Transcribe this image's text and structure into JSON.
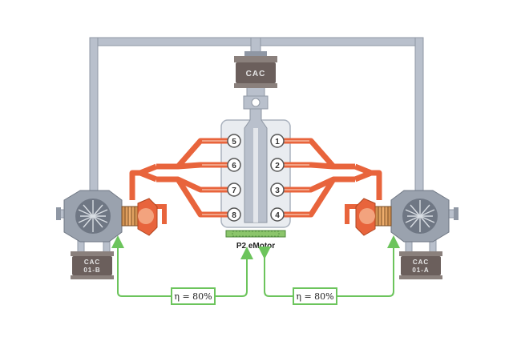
{
  "diagram": {
    "cac_top": "CAC",
    "cac_left_line1": "CAC",
    "cac_left_line2": "01-B",
    "cac_right_line1": "CAC",
    "cac_right_line2": "01-A",
    "emotor_label": "P2 eMotor",
    "cylinders_left": [
      "5",
      "6",
      "7",
      "8"
    ],
    "cylinders_right": [
      "1",
      "2",
      "3",
      "4"
    ],
    "efficiency_left": "η = 80%",
    "efficiency_right": "η = 80%"
  },
  "colors": {
    "intake_pipe": "#b9c0cc",
    "exhaust_pipe": "#e8643c",
    "efficiency_arrow": "#6cc45c",
    "cac_body": "#6b5f5c",
    "emotor": "#8bc56b"
  }
}
